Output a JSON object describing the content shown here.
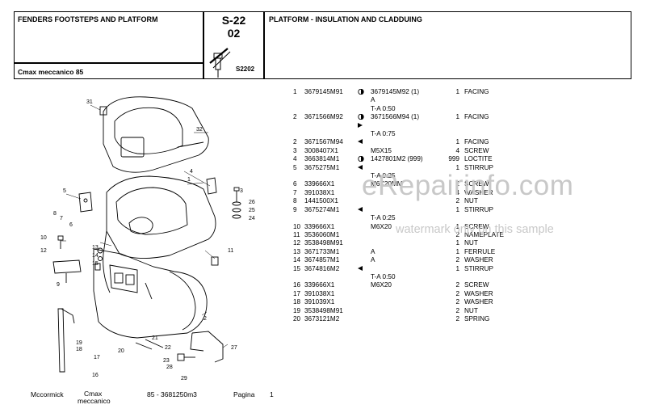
{
  "header": {
    "section_title": "FENDERS FOOTSTEPS AND PLATFORM",
    "model": "Cmax meccanico 85",
    "code_line1": "S-22",
    "code_line2": "02",
    "code_ref": "S2202",
    "group_title": "PLATFORM - INSULATION AND CLADDUING"
  },
  "parts": [
    {
      "n": "1",
      "code": "3679145M91",
      "mark": "circle",
      "alt": "3679145M92  (1)",
      "qty": "1",
      "desc": "FACING"
    },
    {
      "n": "",
      "code": "",
      "mark": "",
      "alt": "A",
      "qty": "",
      "desc": ""
    },
    {
      "n": "",
      "code": "",
      "mark": "",
      "alt": "T-A 0:50",
      "qty": "",
      "desc": ""
    },
    {
      "n": "2",
      "code": "3671566M92",
      "mark": "circle",
      "alt": "3671566M94  (1)",
      "qty": "1",
      "desc": "FACING"
    },
    {
      "n": "",
      "code": "",
      "mark": "tri-right",
      "alt": "",
      "qty": "",
      "desc": ""
    },
    {
      "n": "",
      "code": "",
      "mark": "",
      "alt": "T-A 0:75",
      "qty": "",
      "desc": ""
    },
    {
      "n": "2",
      "code": "3671567M94",
      "mark": "tri",
      "alt": "",
      "qty": "1",
      "desc": "FACING"
    },
    {
      "n": "3",
      "code": "3008407X1",
      "mark": "",
      "alt": "M5X15",
      "qty": "4",
      "desc": "SCREW"
    },
    {
      "n": "4",
      "code": "3663814M1",
      "mark": "circle",
      "alt": "1427801M2  (999)",
      "qty": "999",
      "desc": "LOCTITE"
    },
    {
      "n": "5",
      "code": "3675275M1",
      "mark": "tri",
      "alt": "",
      "qty": "1",
      "desc": "STIRRUP"
    },
    {
      "n": "",
      "code": "",
      "mark": "",
      "alt": "T-A 0:25",
      "qty": "",
      "desc": ""
    },
    {
      "n": "6",
      "code": "339666X1",
      "mark": "",
      "alt": "M6X20MM",
      "qty": "2",
      "desc": "SCREW"
    },
    {
      "n": "7",
      "code": "391038X1",
      "mark": "",
      "alt": "",
      "qty": "4",
      "desc": "WASHER"
    },
    {
      "n": "8",
      "code": "1441500X1",
      "mark": "",
      "alt": "",
      "qty": "2",
      "desc": "NUT"
    },
    {
      "n": "9",
      "code": "3675274M1",
      "mark": "tri",
      "alt": "",
      "qty": "1",
      "desc": "STIRRUP"
    },
    {
      "n": "",
      "code": "",
      "mark": "",
      "alt": "T-A 0:25",
      "qty": "",
      "desc": ""
    },
    {
      "n": "10",
      "code": "339666X1",
      "mark": "",
      "alt": "M6X20",
      "qty": "1",
      "desc": "SCREW"
    },
    {
      "n": "11",
      "code": "3536060M1",
      "mark": "",
      "alt": "",
      "qty": "2",
      "desc": "NAMEPLATE"
    },
    {
      "n": "12",
      "code": "3538498M91",
      "mark": "",
      "alt": "",
      "qty": "1",
      "desc": "NUT"
    },
    {
      "n": "13",
      "code": "3671733M1",
      "mark": "",
      "alt": "A",
      "qty": "1",
      "desc": "FERRULE"
    },
    {
      "n": "14",
      "code": "3674857M1",
      "mark": "",
      "alt": "A",
      "qty": "2",
      "desc": "WASHER"
    },
    {
      "n": "15",
      "code": "3674816M2",
      "mark": "tri",
      "alt": "",
      "qty": "1",
      "desc": "STIRRUP"
    },
    {
      "n": "",
      "code": "",
      "mark": "",
      "alt": "T-A 0:50",
      "qty": "",
      "desc": ""
    },
    {
      "n": "16",
      "code": "339666X1",
      "mark": "",
      "alt": "M6X20",
      "qty": "2",
      "desc": "SCREW"
    },
    {
      "n": "17",
      "code": "391038X1",
      "mark": "",
      "alt": "",
      "qty": "2",
      "desc": "WASHER"
    },
    {
      "n": "18",
      "code": "391039X1",
      "mark": "",
      "alt": "",
      "qty": "2",
      "desc": "WASHER"
    },
    {
      "n": "19",
      "code": "3538498M91",
      "mark": "",
      "alt": "",
      "qty": "2",
      "desc": "NUT"
    },
    {
      "n": "20",
      "code": "3673121M2",
      "mark": "",
      "alt": "",
      "qty": "2",
      "desc": "SPRING"
    }
  ],
  "callouts": [
    "31",
    "32",
    "1",
    "4",
    "3",
    "26",
    "25",
    "24",
    "5",
    "8",
    "7",
    "6",
    "10",
    "12",
    "9",
    "13",
    "14",
    "15",
    "11",
    "2",
    "20",
    "21",
    "22",
    "23",
    "27",
    "19",
    "18",
    "17",
    "16",
    "28",
    "29"
  ],
  "footer": {
    "brand": "Mccormick",
    "model_line1": "Cmax",
    "model_line2": "meccanico",
    "doc": "85 - 3681250m3",
    "page_label": "Pagina",
    "page_num": "1"
  },
  "watermark": {
    "main": "eRepairinfo.com",
    "sub": "watermark only on this sample"
  }
}
